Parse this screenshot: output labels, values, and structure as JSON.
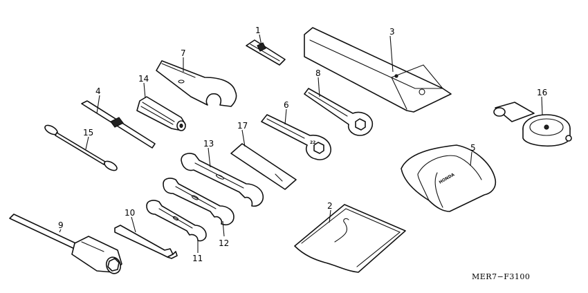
{
  "diagram": {
    "part_code": "MER7−F3100",
    "parts": [
      {
        "id": "1",
        "label": "1"
      },
      {
        "id": "2",
        "label": "2"
      },
      {
        "id": "3",
        "label": "3"
      },
      {
        "id": "4",
        "label": "4"
      },
      {
        "id": "5",
        "label": "5"
      },
      {
        "id": "6",
        "label": "6"
      },
      {
        "id": "7",
        "label": "7"
      },
      {
        "id": "8",
        "label": "8"
      },
      {
        "id": "9",
        "label": "9"
      },
      {
        "id": "10",
        "label": "10"
      },
      {
        "id": "11",
        "label": "11"
      },
      {
        "id": "12",
        "label": "12"
      },
      {
        "id": "13",
        "label": "13"
      },
      {
        "id": "14",
        "label": "14"
      },
      {
        "id": "15",
        "label": "15"
      },
      {
        "id": "16",
        "label": "16"
      },
      {
        "id": "17",
        "label": "17"
      }
    ],
    "colors": {
      "line": "#111111",
      "background": "#ffffff"
    }
  }
}
